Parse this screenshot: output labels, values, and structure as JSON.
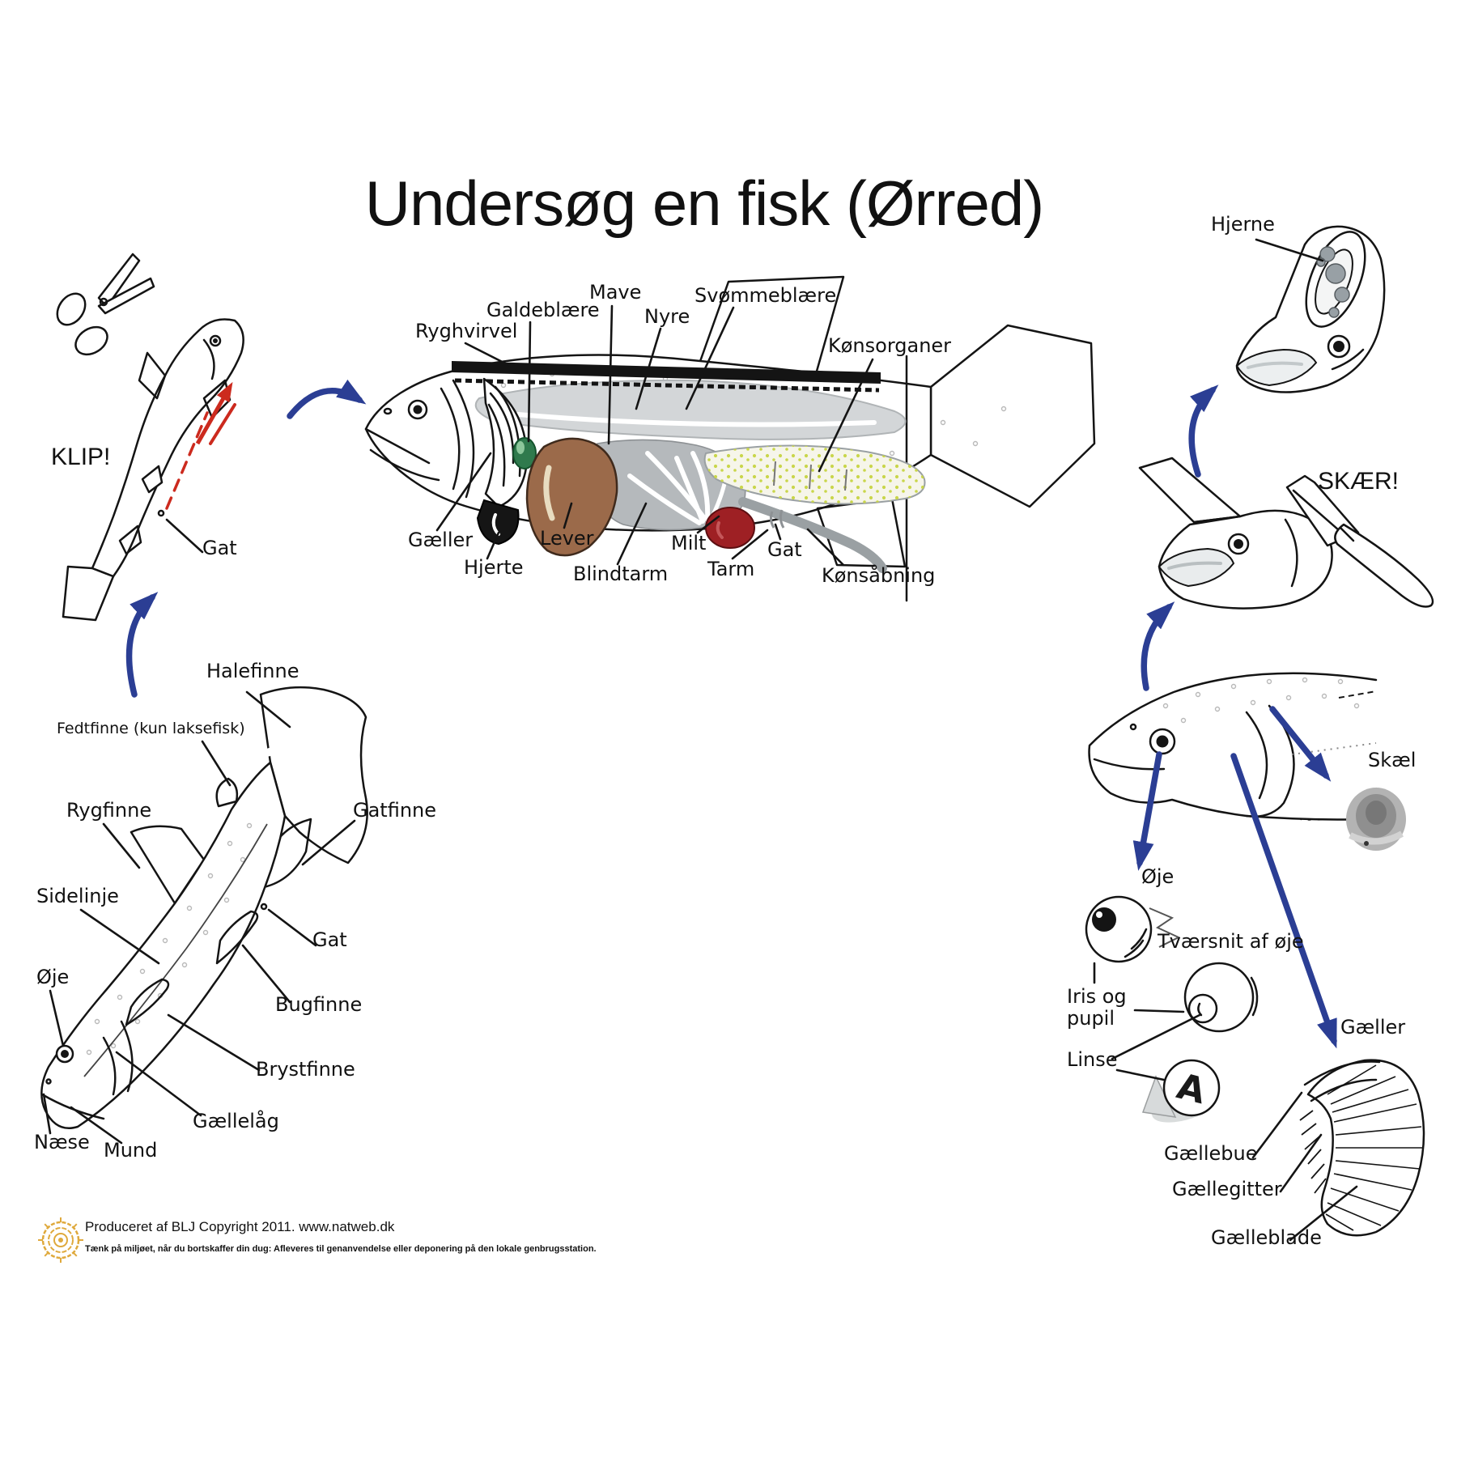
{
  "title": "Undersøg en fisk (Ørred)",
  "actions": {
    "klip": "KLIP!",
    "skaer": "SKÆR!"
  },
  "cut_fish": {
    "gat": "Gat"
  },
  "dissection": {
    "ryghvirvel": "Ryghvirvel",
    "galdeblaere": "Galdeblære",
    "mave": "Mave",
    "nyre": "Nyre",
    "svommeblaere": "Svømmeblære",
    "konsorganer": "Kønsorganer",
    "gaeller": "Gæller",
    "hjerte": "Hjerte",
    "lever": "Lever",
    "blindtarm": "Blindtarm",
    "milt": "Milt",
    "tarm": "Tarm",
    "gat": "Gat",
    "konsaabning": "Kønsåbning"
  },
  "external": {
    "halefinne": "Halefinne",
    "fedtfinne": "Fedtfinne (kun laksefisk)",
    "rygfinne": "Rygfinne",
    "gatfinne": "Gatfinne",
    "sidelinje": "Sidelinje",
    "gat": "Gat",
    "oje": "Øje",
    "bugfinne": "Bugfinne",
    "brystfinne": "Brystfinne",
    "gaellelaag": "Gællelåg",
    "naese": "Næse",
    "mund": "Mund"
  },
  "head_study": {
    "hjerne": "Hjerne"
  },
  "details": {
    "skael": "Skæl",
    "oje": "Øje",
    "tvaersnit": "Tværsnit af øje",
    "iris_og_pupil": "Iris og pupil",
    "linse": "Linse",
    "gaeller": "Gæller",
    "gaellebue": "Gællebue",
    "gaellegitter": "Gællegitter",
    "gaelleblade": "Gælleblade",
    "lens_letter": "A"
  },
  "footer": {
    "credit": "Produceret af BLJ Copyright 2011. www.natweb.dk",
    "eco_note": "Tænk på miljøet, når du bortskaffer din dug: Afleveres til genanvendelse eller deponering på den lokale genbrugsstation."
  },
  "colors": {
    "arrow_blue": "#2b3e94",
    "cut_red": "#cc2a1e",
    "liver_brown": "#9b6a4a",
    "gall_green": "#2f7a4d",
    "milt_red": "#9e2024",
    "logo_gold": "#dfa93c"
  }
}
